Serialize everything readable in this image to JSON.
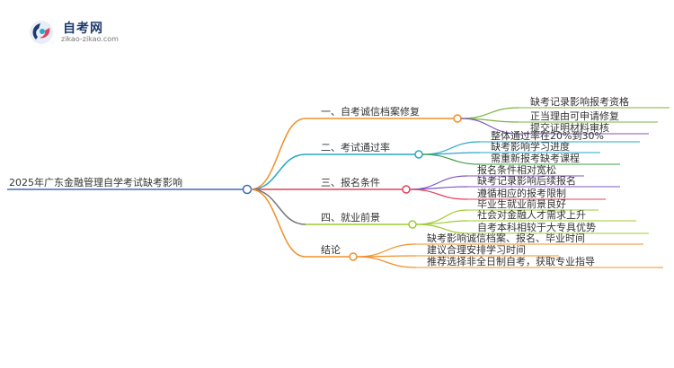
{
  "logo": {
    "title": "自考网",
    "subtitle": "zikao-zikao.com"
  },
  "mindmap": {
    "root": "2025年广东金融管理自学考试缺考影响",
    "branches": [
      {
        "label": "一、自考诚信档案修复",
        "color": "#f0902a",
        "leaves": [
          "缺考记录影响报考资格",
          "正当理由可申请修复",
          "提交证明材料审核"
        ]
      },
      {
        "label": "二、考试通过率",
        "color": "#27a9c6",
        "leaves": [
          "整体通过率在20%到30%",
          "缺考影响学习进度",
          "需重新报考缺考课程"
        ]
      },
      {
        "label": "三、报名条件",
        "color": "#e0425a",
        "leaves": [
          "报名条件相对宽松",
          "缺考记录影响后续报名",
          "遵循相应的报考限制"
        ]
      },
      {
        "label": "四、就业前景",
        "color": "#9ccc2e",
        "leaves": [
          "毕业生就业前景良好",
          "社会对金融人才需求上升",
          "自考本科相较于大专具优势"
        ]
      },
      {
        "label": "结论",
        "color": "#f0902a",
        "leaves": [
          "缺考影响诚信档案、报名、毕业时间",
          "建议合理安排学习时间",
          "推荐选择非全日制自考，获取专业指导"
        ]
      }
    ]
  },
  "colors": {
    "root_line": "#3b6fb6",
    "conclusion_leaf": "#f0902a",
    "leaf_branch_lines": [
      "#7cb342",
      "#7cb342",
      "#7e57c2",
      "#7e57c2",
      "#43a047"
    ]
  }
}
